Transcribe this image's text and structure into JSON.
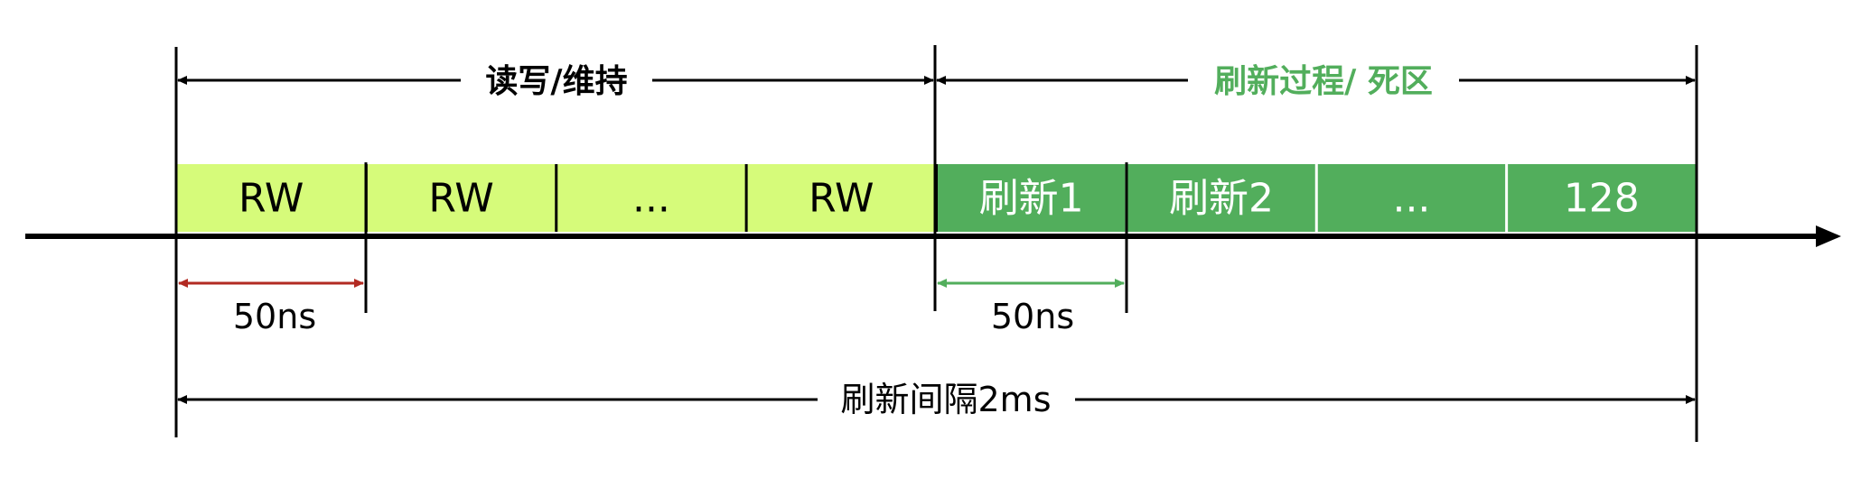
{
  "header": {
    "rw_label": "读写/维持",
    "refresh_label": "刷新过程/ 死区"
  },
  "segments": [
    {
      "label": "RW",
      "type": "rw"
    },
    {
      "label": "RW",
      "type": "rw"
    },
    {
      "label": "...",
      "type": "rw"
    },
    {
      "label": "RW",
      "type": "rw"
    },
    {
      "label": "刷新1",
      "type": "refresh"
    },
    {
      "label": "刷新2",
      "type": "refresh"
    },
    {
      "label": "...",
      "type": "refresh"
    },
    {
      "label": "128",
      "type": "refresh"
    }
  ],
  "dimensions": {
    "rw_duration": "50ns",
    "refresh_duration": "50ns",
    "refresh_interval": "刷新间隔2ms"
  },
  "colors": {
    "rw_fill": "#d6fb7a",
    "refresh_fill": "#52ae5c",
    "refresh_text": "#ffffff",
    "refresh_header": "#52ae5c",
    "rw_dim_arrow": "#b22a22",
    "refresh_dim_arrow": "#52ae5c",
    "line": "#000000"
  }
}
